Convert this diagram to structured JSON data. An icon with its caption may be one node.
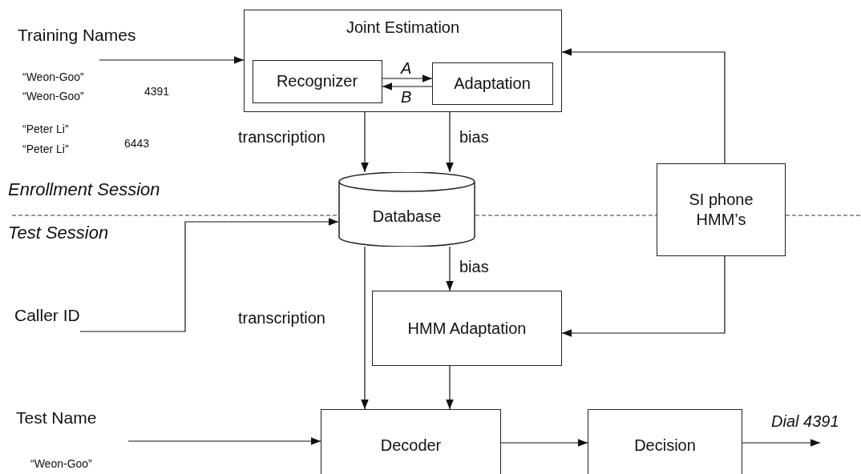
{
  "diagram": {
    "nodes": [
      {
        "text": [
          "Joint Estimation"
        ]
      },
      {
        "text": [
          "Recognizer"
        ],
        "in": 0
      },
      {
        "text": [
          "Adaptation"
        ],
        "in": 0
      },
      {
        "text": [
          "Training Names"
        ]
      },
      {
        "text": [
          "Database"
        ]
      },
      {
        "text": [
          "SI phone HMM’s"
        ]
      },
      {
        "text": [
          "Caller ID"
        ]
      },
      {
        "text": [
          "HMM Adaptation"
        ]
      },
      {
        "text": [
          "Test Name"
        ]
      },
      {
        "text": [
          "Decoder"
        ]
      },
      {
        "text": [
          "Decision"
        ]
      }
    ],
    "edges": [
      {
        "from": 3,
        "to": 0,
        "arrow": "to"
      },
      {
        "from": 1,
        "to": 2,
        "arrow": "to",
        "label": "A"
      },
      {
        "from": 2,
        "to": 1,
        "arrow": "to",
        "label": "B"
      },
      {
        "from": 0,
        "to": 4,
        "arrow": "to",
        "label": "transcription"
      },
      {
        "from": 0,
        "to": 4,
        "arrow": "to",
        "label": "bias"
      },
      {
        "from": 5,
        "to": 0,
        "arrow": "to"
      },
      {
        "from": 6,
        "to": 4,
        "arrow": "to"
      },
      {
        "from": 4,
        "to": 7,
        "arrow": "to",
        "label": "bias"
      },
      {
        "from": 4,
        "to": 9,
        "arrow": "to",
        "label": "transcription"
      },
      {
        "from": 5,
        "to": 7,
        "arrow": "to"
      },
      {
        "from": 7,
        "to": 9,
        "arrow": "to"
      },
      {
        "from": 8,
        "to": 9,
        "arrow": "to"
      },
      {
        "from": 9,
        "to": 10,
        "arrow": "to"
      },
      {
        "from": 10,
        "to": null,
        "arrow": "to",
        "label": "Dial 4391"
      }
    ],
    "labels": [
      "“Weon-Goo”",
      "“Weon-Goo”",
      "4391",
      "“Peter Li”",
      "“Peter Li”",
      "6443",
      "Enrollment Session",
      "Test Session",
      "“Weon-Goo”"
    ]
  }
}
